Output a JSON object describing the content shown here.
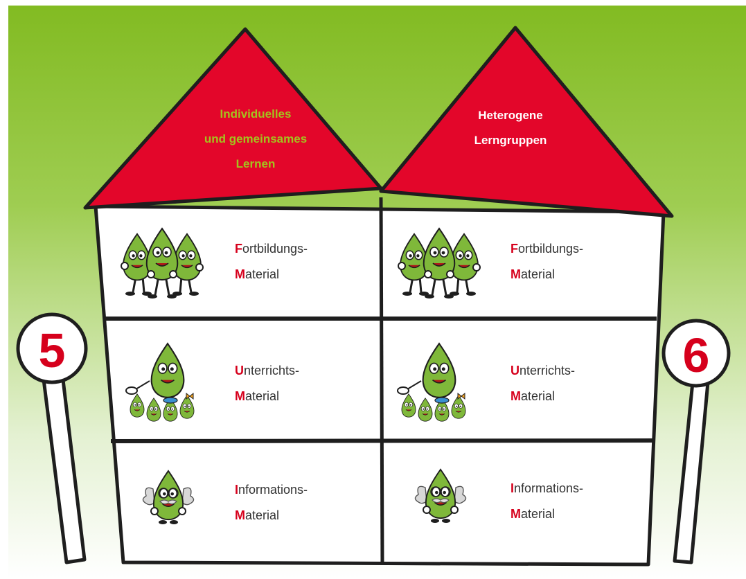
{
  "colors": {
    "background_top": "#82bb22",
    "background_bottom": "#ffffff",
    "roof": "#e3062a",
    "outline": "#2b2b2b",
    "left_roof_text": "#a4c21e",
    "right_roof_text": "#ffffff",
    "accent_red": "#d6001c",
    "leaf_green": "#7fb83a"
  },
  "signs": {
    "left": {
      "number": "5"
    },
    "right": {
      "number": "6"
    }
  },
  "roofs": {
    "left": {
      "lines": [
        "Individuelles",
        "und gemeinsames",
        "Lernen"
      ]
    },
    "right": {
      "lines": [
        "Heterogene",
        "Lerngruppen"
      ]
    }
  },
  "columns": [
    {
      "rooms": [
        {
          "icon": "three-leaves-group-icon",
          "line1_cap": "F",
          "line1_rest": "ortbildungs-",
          "line2_cap": "M",
          "line2_rest": "aterial"
        },
        {
          "icon": "leaf-teacher-with-children-icon",
          "line1_cap": "U",
          "line1_rest": "nterrichts-",
          "line2_cap": "M",
          "line2_rest": "aterial"
        },
        {
          "icon": "leaf-professor-icon",
          "line1_cap": "I",
          "line1_rest": "nformations-",
          "line2_cap": "M",
          "line2_rest": "aterial"
        }
      ]
    },
    {
      "rooms": [
        {
          "icon": "three-leaves-group-icon",
          "line1_cap": "F",
          "line1_rest": "ortbildungs-",
          "line2_cap": "M",
          "line2_rest": "aterial"
        },
        {
          "icon": "leaf-teacher-with-children-icon",
          "line1_cap": "U",
          "line1_rest": "nterrichts-",
          "line2_cap": "M",
          "line2_rest": "aterial"
        },
        {
          "icon": "leaf-professor-icon",
          "line1_cap": "I",
          "line1_rest": "nformations-",
          "line2_cap": "M",
          "line2_rest": "aterial"
        }
      ]
    }
  ]
}
